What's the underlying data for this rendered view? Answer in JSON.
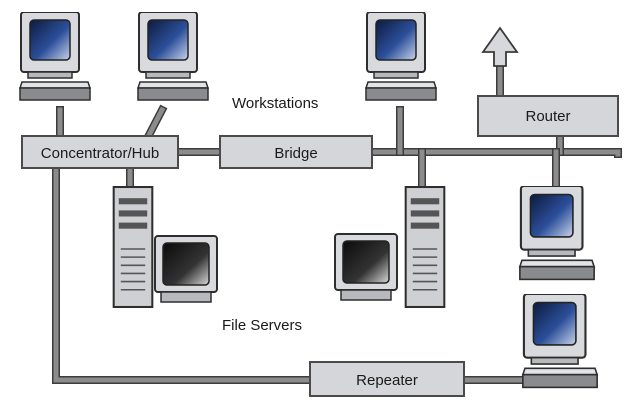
{
  "diagram": {
    "labels": {
      "workstations": "Workstations",
      "file_servers": "File Servers"
    },
    "nodes": {
      "hub": "Concentrator/Hub",
      "bridge": "Bridge",
      "router": "Router",
      "repeater": "Repeater"
    },
    "colors": {
      "cable": "#7e7e7e",
      "cable_edge": "#3c3c3c",
      "box_fill": "#d4d6d9",
      "box_stroke": "#4a4a4a",
      "screen_fill": "#1f3470",
      "monitor_body": "#d9dadd",
      "device_dark": "#555555"
    },
    "icons": {
      "workstation": "desktop-computer-icon",
      "server": "server-tower-icon",
      "arrow": "up-arrow-icon"
    }
  }
}
